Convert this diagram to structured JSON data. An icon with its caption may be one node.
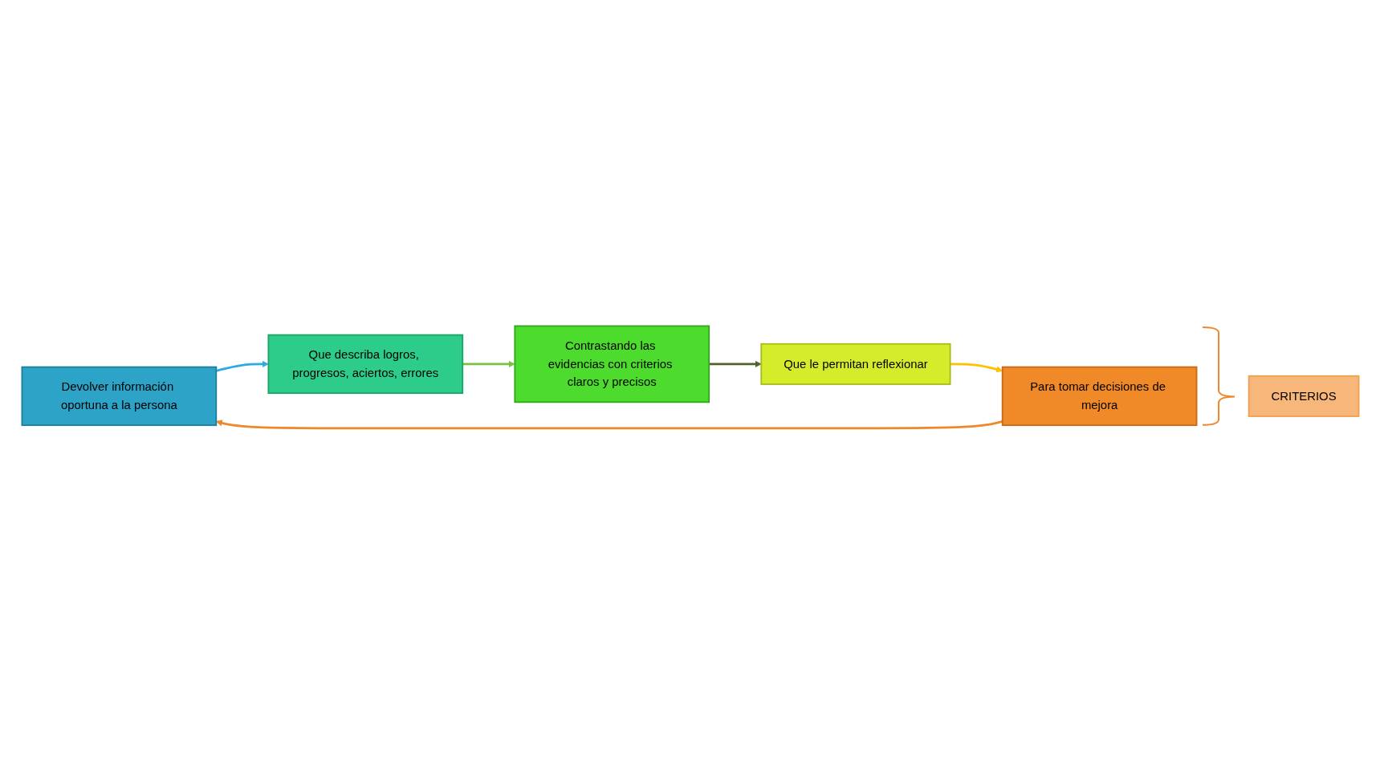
{
  "diagram": {
    "nodes": [
      {
        "text": [
          "Devolver información oportuna a la persona"
        ]
      },
      {
        "text": [
          "Que describa logros, progresos, aciertos, errores"
        ]
      },
      {
        "text": [
          "Contrastando las evidencias con criterios claros y precisos"
        ]
      },
      {
        "text": [
          "Que le permitan reflexionar"
        ]
      },
      {
        "text": [
          "Para tomar decisiones de mejora"
        ]
      },
      {
        "text": [
          "CRITERIOS"
        ]
      }
    ],
    "edges": [
      {
        "from": 0,
        "to": 1,
        "arrow": "to",
        "color": "#29abe2"
      },
      {
        "from": 1,
        "to": 2,
        "arrow": "to",
        "color": "#7ac143"
      },
      {
        "from": 2,
        "to": 3,
        "arrow": "to",
        "color": "#4f6228"
      },
      {
        "from": 3,
        "to": 4,
        "arrow": "to",
        "color": "#ffc000"
      },
      {
        "from": 4,
        "to": 0,
        "arrow": "to",
        "color": "#f0872a"
      }
    ]
  }
}
